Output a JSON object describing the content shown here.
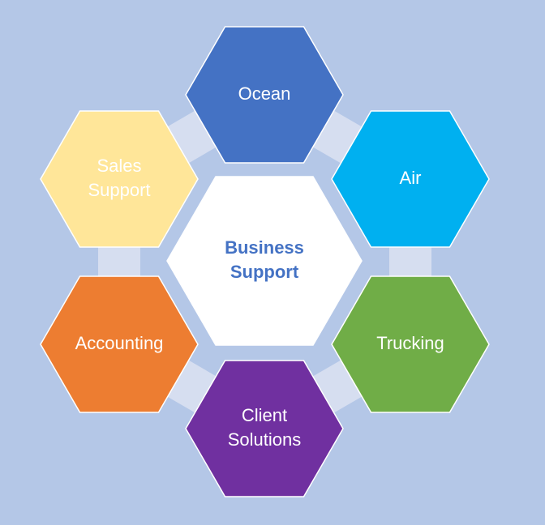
{
  "background": "#B4C7E7",
  "connector_color": "#D6DEF0",
  "center": {
    "lines": [
      "Business",
      "Support"
    ],
    "fill": "#FFFFFF",
    "text_color": "#4472C4"
  },
  "nodes": [
    {
      "id": "ocean",
      "lines": [
        "Ocean"
      ],
      "fill": "#4472C4",
      "text_color": "#FFFFFF"
    },
    {
      "id": "air",
      "lines": [
        "Air"
      ],
      "fill": "#00B0F0",
      "text_color": "#FFFFFF"
    },
    {
      "id": "trucking",
      "lines": [
        "Trucking"
      ],
      "fill": "#70AD47",
      "text_color": "#FFFFFF"
    },
    {
      "id": "client-solutions",
      "lines": [
        "Client",
        "Solutions"
      ],
      "fill": "#7030A0",
      "text_color": "#FFFFFF"
    },
    {
      "id": "accounting",
      "lines": [
        "Accounting"
      ],
      "fill": "#ED7D31",
      "text_color": "#FFFFFF"
    },
    {
      "id": "sales-support",
      "lines": [
        "Sales",
        "Support"
      ],
      "fill": "#FFE699",
      "text_color": "#FFFFFF"
    }
  ]
}
